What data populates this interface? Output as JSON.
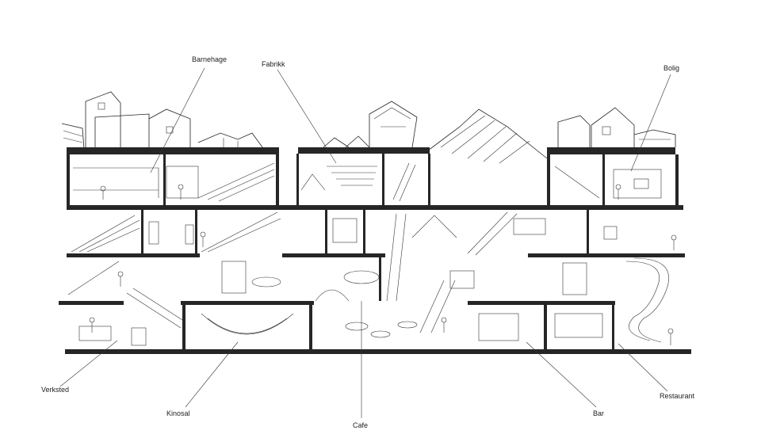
{
  "labels": {
    "barnehage": "Barnehage",
    "fabrikk": "Fabrikk",
    "bolig": "Bolig",
    "verksted": "Verksted",
    "kinosal": "Kinosal",
    "cafe": "Cafe",
    "bar": "Bar",
    "restaurant": "Restaurant"
  }
}
